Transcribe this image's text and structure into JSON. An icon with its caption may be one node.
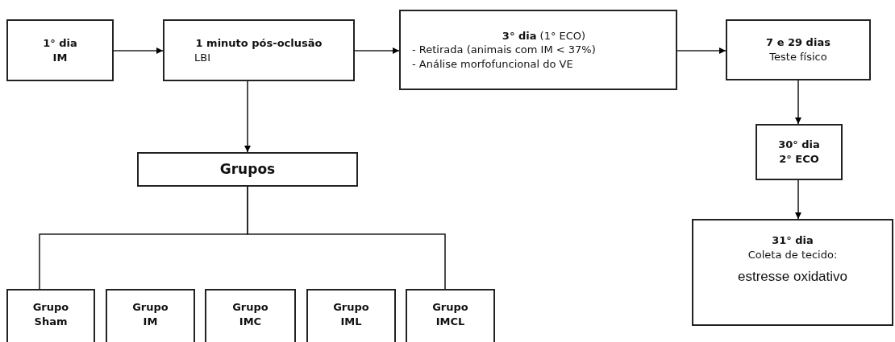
{
  "diagram": {
    "nodes": [
      {
        "text": [
          "1° dia",
          "IM"
        ]
      },
      {
        "text": [
          "1 minuto pós-oclusão",
          "LBI"
        ]
      },
      {
        "text": [
          "**3° dia** (1° ECO)",
          "- Retirada (animais com IM < 37%)",
          "- Análise morfofuncional do VE"
        ]
      },
      {
        "text": [
          "7 e 29 dias",
          "Teste físico"
        ]
      },
      {
        "text": [
          "30° dia",
          "2° ECO"
        ]
      },
      {
        "text": [
          "31° dia",
          "Coleta de tecido:",
          "estresse oxidativo"
        ]
      },
      {
        "text": [
          "Grupos"
        ]
      },
      {
        "text": [
          "Grupo Sham"
        ]
      },
      {
        "text": [
          "Grupo IM"
        ]
      },
      {
        "text": [
          "Grupo IMC"
        ]
      },
      {
        "text": [
          "Grupo IML"
        ]
      },
      {
        "text": [
          "Grupo IMCL"
        ]
      }
    ],
    "edges": [
      {
        "from": 0,
        "to": 1,
        "arrow": "to"
      },
      {
        "from": 1,
        "to": 2,
        "arrow": "to"
      },
      {
        "from": 2,
        "to": 3,
        "arrow": "to"
      },
      {
        "from": 3,
        "to": 4,
        "arrow": "to"
      },
      {
        "from": 4,
        "to": 5,
        "arrow": "to"
      },
      {
        "from": 1,
        "to": 6,
        "arrow": "to"
      },
      {
        "from": 6,
        "to": 7,
        "arrow": "none"
      },
      {
        "from": 6,
        "to": 11,
        "arrow": "none"
      }
    ]
  }
}
